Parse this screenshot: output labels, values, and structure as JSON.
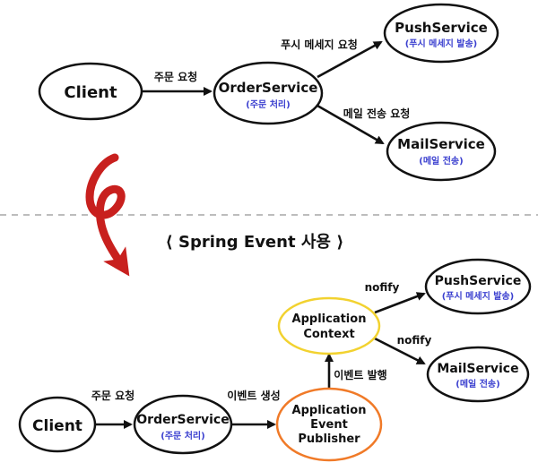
{
  "top": {
    "client": {
      "label": "Client"
    },
    "order_service": {
      "label": "OrderService",
      "sub": "(주문 처리)"
    },
    "push_service": {
      "label": "PushService",
      "sub": "(푸시 메세지 발송)"
    },
    "mail_service": {
      "label": "MailService",
      "sub": "(메일 전송)"
    },
    "edge_order": "주문 요청",
    "edge_push": "푸시 메세지 요청",
    "edge_mail": "메일 전송 요청"
  },
  "section_title": "⟨ Spring Event 사용 ⟩",
  "bottom": {
    "client": {
      "label": "Client"
    },
    "order_service": {
      "label": "OrderService",
      "sub": "(주문 처리)"
    },
    "publisher": {
      "line1": "Application",
      "line2": "Event",
      "line3": "Publisher"
    },
    "context": {
      "line1": "Application",
      "line2": "Context"
    },
    "push_service": {
      "label": "PushService",
      "sub": "(푸시 메세지 발송)"
    },
    "mail_service": {
      "label": "MailService",
      "sub": "(메일 전송)"
    },
    "edge_order": "주문 요청",
    "edge_event": "이벤트 생성",
    "edge_publish": "이벤트 발행",
    "edge_notify_push": "nofify",
    "edge_notify_mail": "nofify"
  },
  "colors": {
    "accent_red": "#c8201e",
    "sub_text": "#3a3fcf",
    "context_border": "#f2d230",
    "publisher_border": "#f07a28"
  }
}
